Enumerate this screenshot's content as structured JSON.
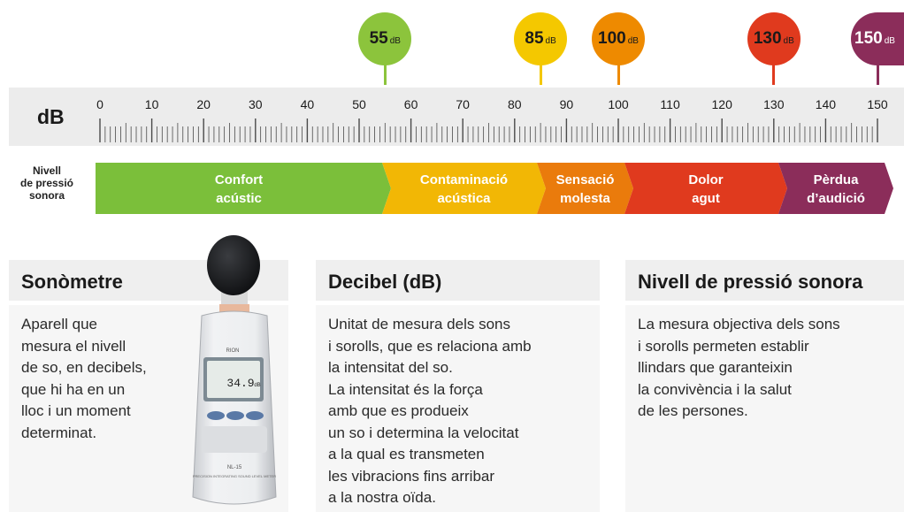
{
  "scale": {
    "unit_label": "dB",
    "ticks": [
      "0",
      "10",
      "20",
      "30",
      "40",
      "50",
      "60",
      "70",
      "80",
      "90",
      "100",
      "110",
      "120",
      "130",
      "140",
      "150"
    ]
  },
  "markers": [
    {
      "value": "55",
      "unit": "dB",
      "color": "#8cc43c",
      "text_color": "#1a1a1a"
    },
    {
      "value": "85",
      "unit": "dB",
      "color": "#f4c800",
      "text_color": "#1a1a1a"
    },
    {
      "value": "100",
      "unit": "dB",
      "color": "#ee8a00",
      "text_color": "#1a1a1a"
    },
    {
      "value": "130",
      "unit": "dB",
      "color": "#e03a1e",
      "text_color": "#1a1a1a"
    },
    {
      "value": "150",
      "unit": "dB",
      "color": "#8b2d5a",
      "text_color": "#ffffff"
    }
  ],
  "zones": {
    "row_label": "Nivell\nde pressió\nsonora",
    "items": [
      {
        "label": "Confort\nacústic",
        "color": "#7bbf3a"
      },
      {
        "label": "Contaminació\nacústica",
        "color": "#f2b705"
      },
      {
        "label": "Sensació\nmolesta",
        "color": "#ea7b0c"
      },
      {
        "label": "Dolor\nagut",
        "color": "#e03a1e"
      },
      {
        "label": "Pèrdua\nd’audició",
        "color": "#8b2d5a"
      }
    ]
  },
  "device": {
    "brand": "RION",
    "display_value": "34.9",
    "display_unit": "dB",
    "model": "NL-15",
    "caption": "PRECISION INTEGRATING SOUND LEVEL METER"
  },
  "cards": [
    {
      "title": "Sonòmetre",
      "lines": [
        "Aparell que",
        "mesura el nivell",
        "de so, en decibels,",
        "que hi ha en un",
        "lloc i un moment",
        "determinat."
      ]
    },
    {
      "title": "Decibel (dB)",
      "lines": [
        "Unitat de mesura dels sons",
        "i sorolls, que es relaciona amb",
        "la intensitat del so.",
        "La intensitat és la força",
        "amb que es produeix",
        "un so i determina la velocitat",
        "a la qual es transmeten",
        "les vibracions fins arribar",
        "a la nostra oïda."
      ]
    },
    {
      "title": "Nivell de pressió sonora",
      "lines": [
        "La mesura objectiva dels sons",
        "i sorolls permeten establir",
        "llindars que garanteixin",
        "la convivència i la salut",
        "de les persones."
      ]
    }
  ]
}
